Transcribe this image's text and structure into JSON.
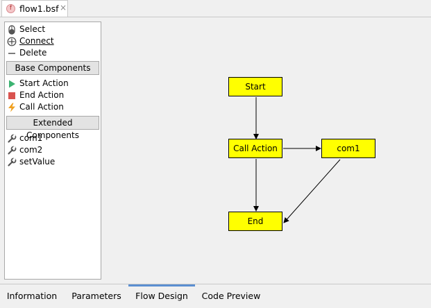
{
  "file_tab": {
    "icon_letter": "f",
    "name": "flow1.bsf",
    "close": "×"
  },
  "palette": {
    "tools": [
      {
        "label": "Select",
        "icon": "mouse-icon"
      },
      {
        "label": "Connect",
        "icon": "connect-icon"
      },
      {
        "label": "Delete",
        "icon": "dash-icon"
      }
    ],
    "base_header": "Base Components",
    "base": [
      {
        "label": "Start Action",
        "icon": "play-triangle-icon",
        "color": "#3cb371"
      },
      {
        "label": "End Action",
        "icon": "stop-square-icon",
        "color": "#d9534f"
      },
      {
        "label": "Call Action",
        "icon": "lightning-icon",
        "color": "#f0a020"
      }
    ],
    "extended_header": "Extended Components",
    "extended": [
      {
        "label": "com1",
        "icon": "wrench-icon"
      },
      {
        "label": "com2",
        "icon": "wrench-icon"
      },
      {
        "label": "setValue",
        "icon": "wrench-icon"
      }
    ]
  },
  "flow": {
    "nodes": {
      "start": "Start",
      "call": "Call Action",
      "com1": "com1",
      "end": "End"
    },
    "node_color": "#ffff00"
  },
  "bottom_tabs": {
    "information": "Information",
    "parameters": "Parameters",
    "flow_design": "Flow Design",
    "code_preview": "Code Preview",
    "active": "Flow Design"
  }
}
